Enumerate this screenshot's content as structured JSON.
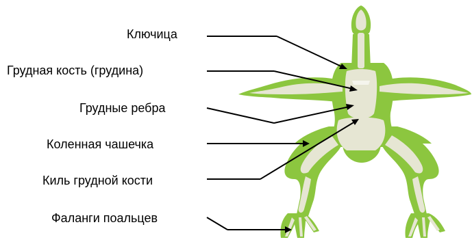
{
  "labels": {
    "clavicle": "Ключица",
    "sternum": "Грудная кость (грудина)",
    "ribs": "Грудные ребра",
    "kneecap": "Коленная чашечка",
    "keel": "Киль грудной кости",
    "toes": "Фаланги поальцев"
  },
  "colors": {
    "body": "#8cc63f",
    "bone": "#e6e6d3",
    "line": "#000000"
  }
}
